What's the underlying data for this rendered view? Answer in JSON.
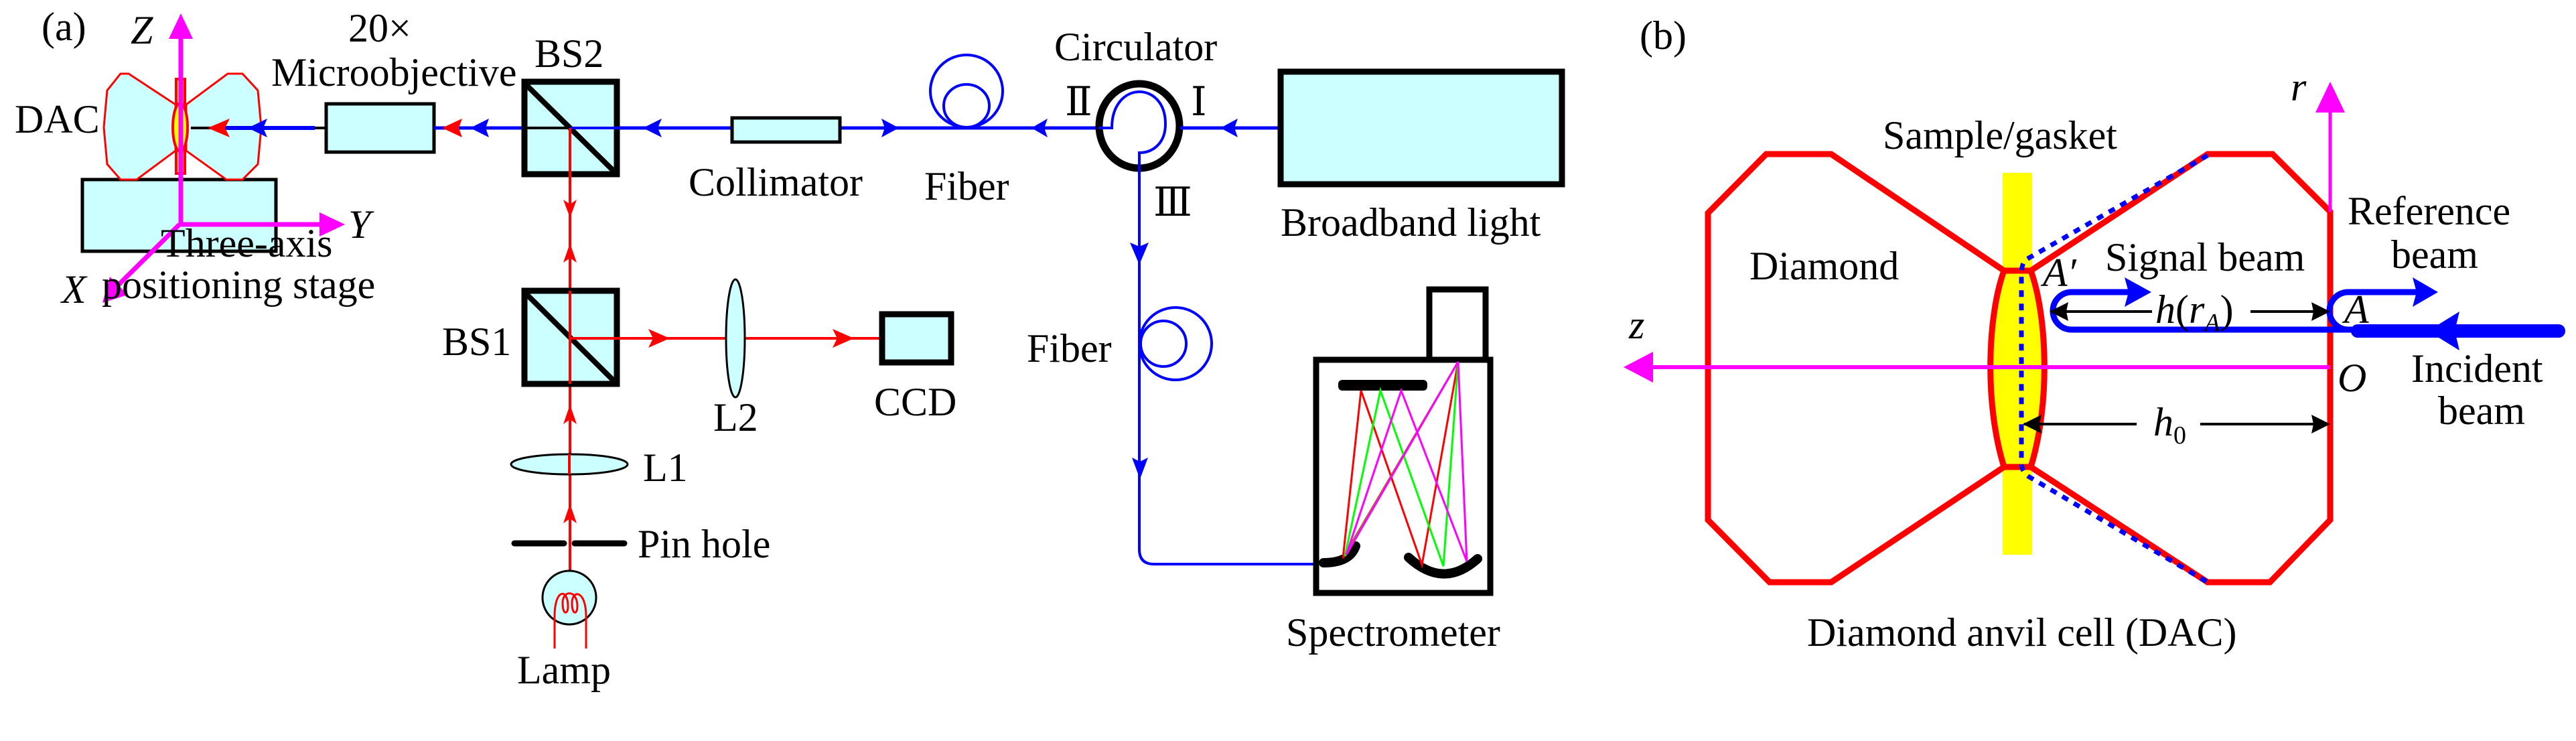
{
  "figure": {
    "panel_a": {
      "panel_label": "(a)",
      "axes": {
        "z": "Z",
        "y": "Y",
        "x": "X"
      },
      "labels": {
        "dac": "DAC",
        "objective_mag": "20×",
        "objective": "Microobjective",
        "bs2": "BS2",
        "bs1": "BS1",
        "collimator": "Collimator",
        "fiber_top": "Fiber",
        "circulator": "Circulator",
        "port_1": "Ⅰ",
        "port_2": "Ⅱ",
        "port_3": "Ⅲ",
        "broadband": "Broadband light",
        "stage_line1": "Three-axis",
        "stage_line2": "positioning stage",
        "l1": "L1",
        "l2": "L2",
        "ccd": "CCD",
        "pinhole": "Pin hole",
        "lamp": "Lamp",
        "fiber_bottom": "Fiber",
        "spectrometer": "Spectrometer"
      }
    },
    "panel_b": {
      "panel_label": "(b)",
      "labels": {
        "sample_gasket": "Sample/gasket",
        "diamond": "Diamond",
        "signal_beam": "Signal beam",
        "reference_line1": "Reference",
        "reference_line2": "beam",
        "incident_line1": "Incident",
        "incident_line2": "beam",
        "a_prime": "A′",
        "a": "A",
        "o": "O",
        "z": "z",
        "r": "r",
        "h_ra_h": "h",
        "h_ra_open": "(",
        "h_ra_r": "r",
        "h_ra_sub": "A",
        "h_ra_close": ")",
        "h0_h": "h",
        "h0_sub": "0",
        "caption": "Diamond anvil cell (DAC)"
      }
    },
    "colors": {
      "optic_fill": "#ccffff",
      "blue_beam": "#0000ff",
      "red_beam": "#ff0000",
      "axis": "#ff00ff",
      "gasket": "#ffff00",
      "ray_green": "#00ff00"
    }
  }
}
